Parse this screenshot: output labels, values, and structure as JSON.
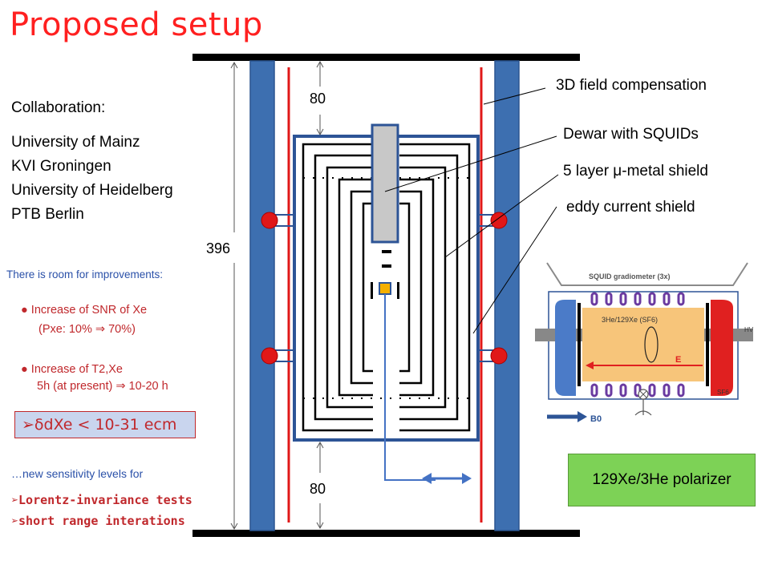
{
  "title": "Proposed setup",
  "collaboration": {
    "heading": "Collaboration:",
    "members": [
      "University of Mainz",
      "KVI Groningen",
      "University of Heidelberg",
      "PTB Berlin"
    ]
  },
  "improvements": {
    "intro": "There is room for improvements:",
    "snr_line1": "Increase of SNR of Xe",
    "snr_line2": "(Pxe: 10% ⇒ 70%)",
    "t2_line1": "Increase of T2,Xe",
    "t2_line2": "5h (at present) ⇒ 10-20 h"
  },
  "limit": "➢δdXe < 10-31 ecm",
  "outlook": {
    "intro": "…new sensitivity levels for",
    "items": [
      "➢Lorentz-invariance tests",
      "➢short range interations"
    ]
  },
  "dimensions": {
    "top": "80",
    "bottom": "80",
    "height": "396"
  },
  "labels": {
    "field_compensation": "3D field compensation",
    "dewar": "Dewar with SQUIDs",
    "mu_shield": "5 layer μ-metal shield",
    "eddy_shield": "eddy current shield"
  },
  "polarizer": "129Xe/3He polarizer",
  "inset": {
    "squid_label": "SQUID gradiometer (3x)",
    "cell_label": "3He/129Xe (SF6)",
    "hv_label": "HV",
    "sf6_label": "SF6",
    "e_label": "E",
    "b_label": "B0"
  },
  "colors": {
    "title": "#ff2020",
    "pillar": "#3d6fb0",
    "red_line": "#e01818",
    "shield_frame": "#2d5496",
    "polarizer_box": "#7dd256",
    "text_red": "#c0282c",
    "text_blue": "#2a50a8"
  }
}
